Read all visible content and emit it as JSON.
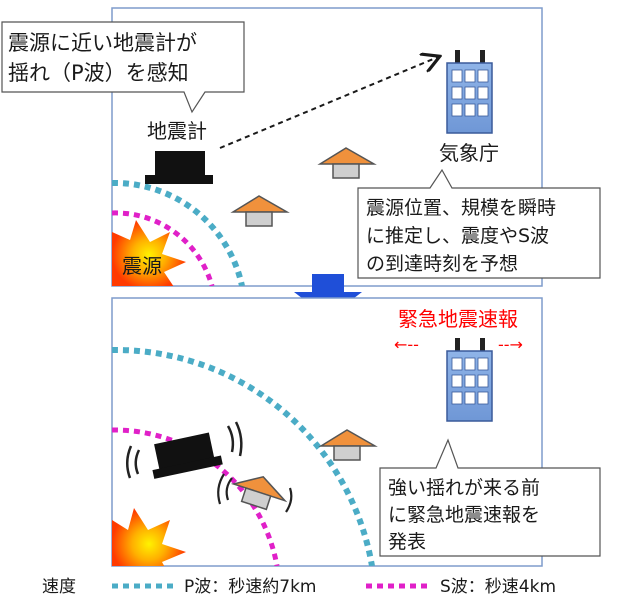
{
  "top_panel": {
    "seismometer_label": "地震計",
    "callout_line1": "震源に近い地震計が",
    "callout_line2": "揺れ（P波）を感知",
    "agency_label": "気象庁",
    "analysis_line1": "震源位置、規模を瞬時",
    "analysis_line2": "に推定し、震度やS波",
    "analysis_line3": "の到達時刻を予想",
    "epicenter_label": "震源"
  },
  "bottom_panel": {
    "warning_title": "緊急地震速報",
    "warning_left_arrow": "←--",
    "warning_right_arrow": "--→",
    "result_line1": "強い揺れが来る前",
    "result_line2": "に緊急地震速報を",
    "result_line3": "発表"
  },
  "legend": {
    "title": "速度",
    "p_wave": "P波：秒速約7km",
    "s_wave": "S波：秒速4km"
  },
  "colors": {
    "p_wave": "#4bacc6",
    "s_wave": "#e020c8",
    "warning": "#ff0000",
    "flow_arrow": "#1f4fd8",
    "house_roof": "#f0913c",
    "building": "#a9c4ec"
  }
}
